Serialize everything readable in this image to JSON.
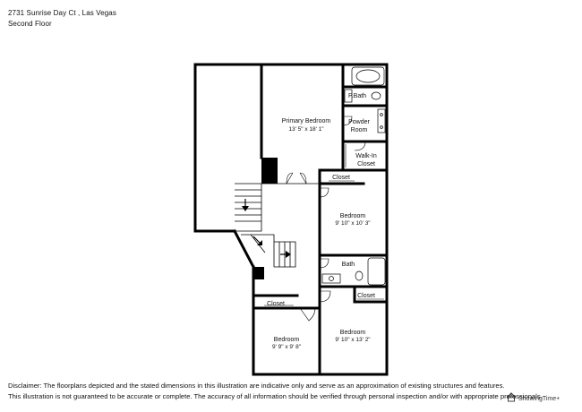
{
  "header": {
    "address": "2731 Sunrise Day Ct , Las Vegas",
    "floor": "Second Floor"
  },
  "rooms": {
    "primary_bedroom": {
      "name": "Primary Bedroom",
      "dims": "13' 5\" x 18' 1\""
    },
    "p_bath": {
      "name": "P.Bath"
    },
    "powder_room": {
      "line1": "Powder",
      "line2": "Room"
    },
    "walk_in_closet": {
      "line1": "Walk-In",
      "line2": "Closet"
    },
    "closet_top": {
      "name": "Closet"
    },
    "bedroom_mid": {
      "name": "Bedroom",
      "dims": "9' 10\" x 10' 3\""
    },
    "bath": {
      "name": "Bath"
    },
    "closet_right": {
      "name": "Closet"
    },
    "closet_left": {
      "name": "Closet"
    },
    "bedroom_bl": {
      "name": "Bedroom",
      "dims": "9' 9\" x 9' 8\""
    },
    "bedroom_br": {
      "name": "Bedroom",
      "dims": "9' 10\" x 13' 2\""
    }
  },
  "disclaimer": {
    "line1": "Disclaimer: The floorplans depicted and the stated dimensions in this illustration are indicative only and serve as an approximation of existing structures and features.",
    "line2": "This illustration is not guaranteed to be accurate or complete. The accuracy of all information should be verified through personal inspection and/or with appropriate professionals."
  },
  "logo_text": "ShowingTime+"
}
